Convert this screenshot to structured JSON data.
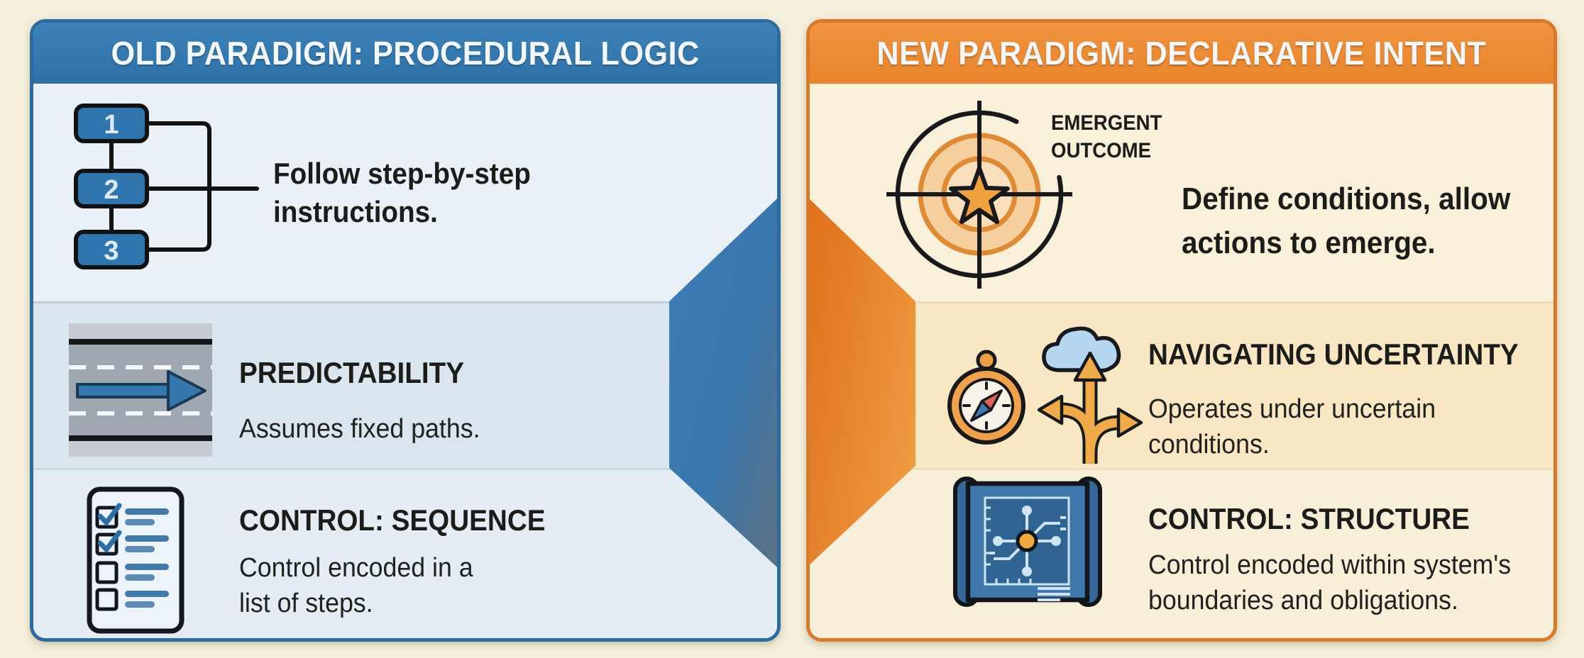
{
  "colors": {
    "page_bg": "#f4efdb",
    "ink": "#1c1c1a",
    "left_header": "#2d71a8",
    "left_border": "#2b6b9f",
    "right_header": "#e8842b",
    "right_border": "#d87a27"
  },
  "left_panel": {
    "header": "OLD PARADIGM: PROCEDURAL LOGIC",
    "flow_steps": [
      "1",
      "2",
      "3"
    ],
    "row1": {
      "lines": [
        "Follow step-by-step",
        "instructions."
      ]
    },
    "row2": {
      "heading": "PREDICTABILITY",
      "lines": [
        "Assumes fixed paths."
      ]
    },
    "row3": {
      "heading": "CONTROL: SEQUENCE",
      "lines": [
        "Control encoded in a",
        "list of steps."
      ]
    }
  },
  "right_panel": {
    "header": "NEW PARADIGM: DECLARATIVE INTENT",
    "target_label": {
      "lines": [
        "EMERGENT",
        "OUTCOME"
      ]
    },
    "row1": {
      "lines": [
        "Define conditions, allow",
        "actions to emerge."
      ]
    },
    "row2": {
      "heading": "NAVIGATING UNCERTAINTY",
      "lines": [
        "Operates under uncertain",
        "conditions."
      ]
    },
    "row3": {
      "heading": "CONTROL: STRUCTURE",
      "lines": [
        "Control encoded within system's",
        "boundaries and obligations."
      ]
    }
  }
}
